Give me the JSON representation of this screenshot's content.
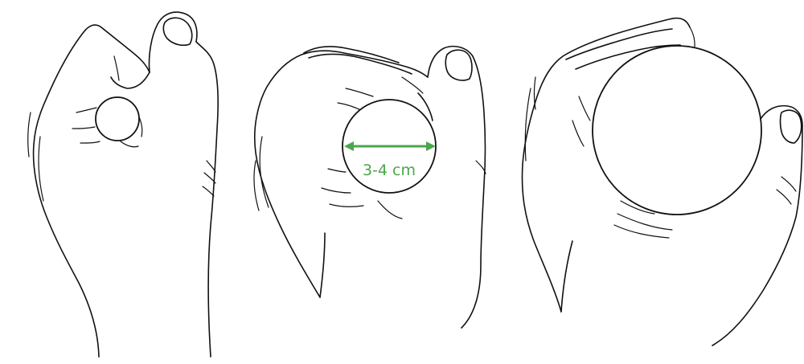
{
  "figure": {
    "panels": [
      {
        "id": "small-ball-grip"
      },
      {
        "id": "medium-ball-grip"
      },
      {
        "id": "large-ball-grip"
      }
    ],
    "measurement": {
      "label": "3-4 cm",
      "color": "#4ca64c"
    }
  }
}
